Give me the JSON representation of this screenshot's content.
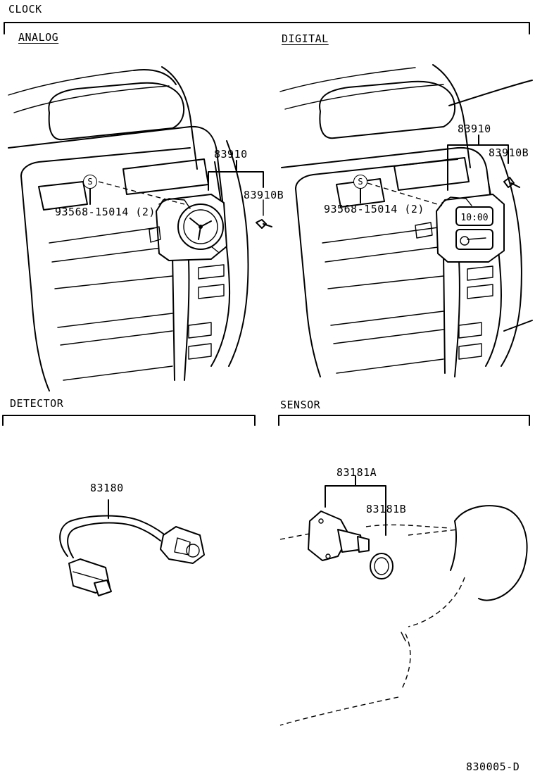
{
  "sections": {
    "clock": "CLOCK",
    "analog": "ANALOG",
    "digital": "DIGITAL",
    "detector": "DETECTOR",
    "sensor": "SENSOR"
  },
  "parts": {
    "analog_clock": "83910",
    "analog_screw": "83910B",
    "analog_fastener": "93568-15014 (2)",
    "digital_clock": "83910",
    "digital_screw": "83910B",
    "digital_fastener": "93568-15014 (2)",
    "detector": "83180",
    "sensor_assy": "83181A",
    "sensor_oring": "83181B"
  },
  "symbols": {
    "analog_s": "S",
    "digital_s": "S"
  },
  "diagram_code": "830005-D",
  "digital_display": "10:00"
}
